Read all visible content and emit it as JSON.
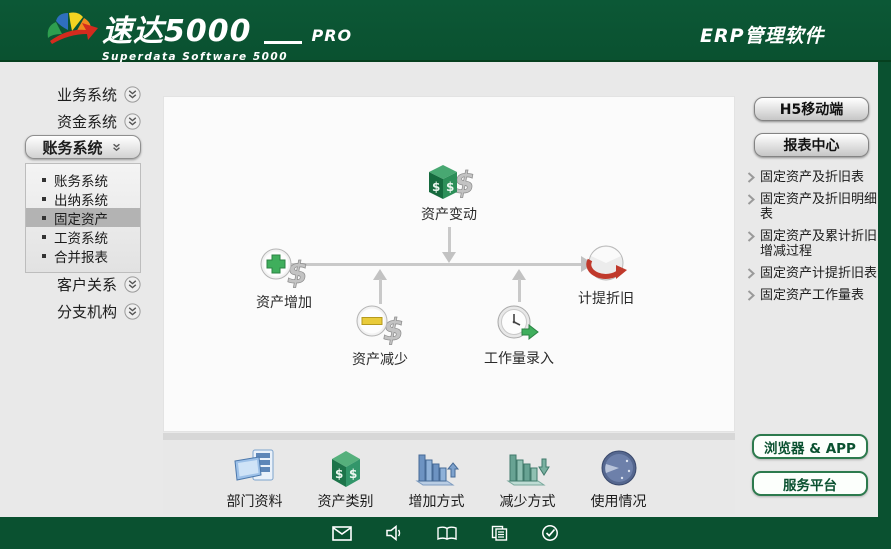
{
  "header": {
    "product_name": "速达5000",
    "edition": "PRO",
    "subtitle": "Superdata Software 5000",
    "tagline": "ERP管理软件"
  },
  "sidebar": {
    "groups": [
      {
        "label": "业务系统"
      },
      {
        "label": "资金系统"
      },
      {
        "label": "账务系统",
        "expanded": true
      },
      {
        "label": "客户关系"
      },
      {
        "label": "分支机构"
      }
    ],
    "submenu_items": [
      {
        "label": "账务系统",
        "selected": false
      },
      {
        "label": "出纳系统",
        "selected": false
      },
      {
        "label": "固定资产",
        "selected": true
      },
      {
        "label": "工资系统",
        "selected": false
      },
      {
        "label": "合并报表",
        "selected": false
      }
    ]
  },
  "flowchart": {
    "nodes": [
      {
        "label": "资产变动",
        "icon": "asset-change-icon"
      },
      {
        "label": "资产增加",
        "icon": "asset-increase-icon"
      },
      {
        "label": "计提折旧",
        "icon": "depreciation-icon"
      },
      {
        "label": "资产减少",
        "icon": "asset-decrease-icon"
      },
      {
        "label": "工作量录入",
        "icon": "workload-entry-icon"
      }
    ]
  },
  "bottom_bar": {
    "items": [
      {
        "label": "部门资料",
        "icon": "department-info-icon"
      },
      {
        "label": "资产类别",
        "icon": "asset-category-icon"
      },
      {
        "label": "增加方式",
        "icon": "increase-method-icon"
      },
      {
        "label": "减少方式",
        "icon": "decrease-method-icon"
      },
      {
        "label": "使用情况",
        "icon": "usage-status-icon"
      }
    ]
  },
  "right_panel": {
    "h5_button": "H5移动端",
    "report_center_button": "报表中心",
    "report_links": [
      "固定资产及折旧表",
      "固定资产及折旧明细表",
      "固定资产及累计折旧增减过程",
      "固定资产计提折旧表",
      "固定资产工作量表"
    ],
    "browser_app_button": "浏览器 & APP",
    "service_platform_button": "服务平台"
  },
  "footer": {
    "icons": [
      "mail-icon",
      "speaker-icon",
      "book-icon",
      "documents-icon",
      "check-icon"
    ]
  },
  "colors": {
    "brand_green": "#0a5130",
    "selected_gray": "#b3b3b3"
  }
}
